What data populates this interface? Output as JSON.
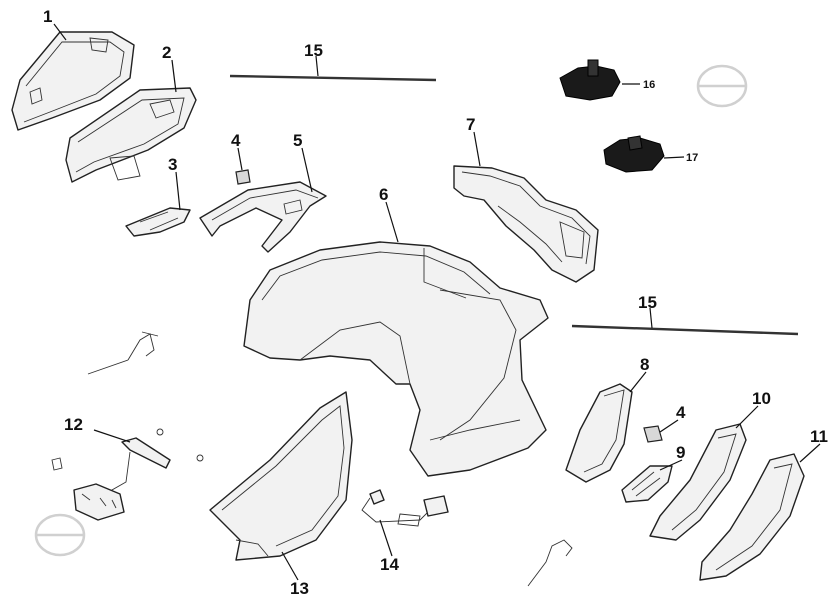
{
  "diagram": {
    "callouts": [
      {
        "id": "c1",
        "text": "1"
      },
      {
        "id": "c2",
        "text": "2"
      },
      {
        "id": "c3",
        "text": "3"
      },
      {
        "id": "c4a",
        "text": "4"
      },
      {
        "id": "c5",
        "text": "5"
      },
      {
        "id": "c6",
        "text": "6"
      },
      {
        "id": "c7",
        "text": "7"
      },
      {
        "id": "c8",
        "text": "8"
      },
      {
        "id": "c4b",
        "text": "4"
      },
      {
        "id": "c9",
        "text": "9"
      },
      {
        "id": "c10",
        "text": "10"
      },
      {
        "id": "c11",
        "text": "11"
      },
      {
        "id": "c12",
        "text": "12"
      },
      {
        "id": "c13",
        "text": "13"
      },
      {
        "id": "c14",
        "text": "14"
      },
      {
        "id": "c15a",
        "text": "15"
      },
      {
        "id": "c15b",
        "text": "15"
      },
      {
        "id": "c16",
        "text": "16"
      },
      {
        "id": "c17",
        "text": "17"
      }
    ]
  }
}
